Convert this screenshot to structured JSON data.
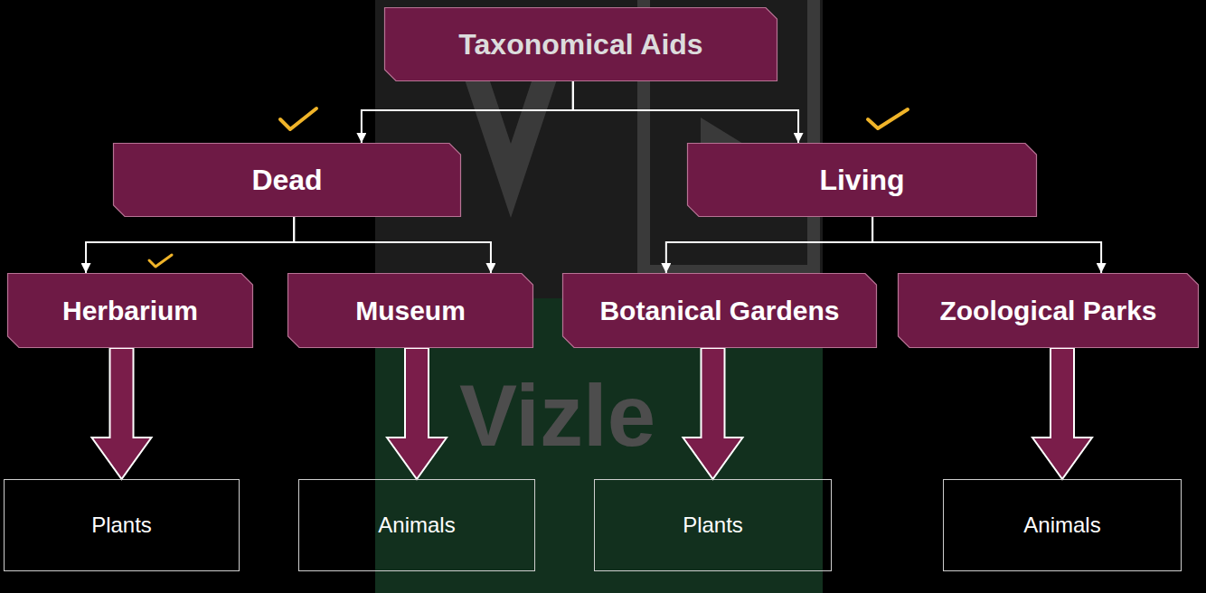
{
  "diagram": {
    "nodes": [
      {
        "text": [
          "Taxonomical Aids"
        ]
      },
      {
        "text": [
          "Dead"
        ]
      },
      {
        "text": [
          "Living"
        ]
      },
      {
        "text": [
          "Herbarium"
        ]
      },
      {
        "text": [
          "Museum"
        ]
      },
      {
        "text": [
          "Botanical Gardens"
        ]
      },
      {
        "text": [
          "Zoological Parks"
        ]
      },
      {
        "text": [
          "Plants"
        ]
      },
      {
        "text": [
          "Animals"
        ]
      },
      {
        "text": [
          "Plants"
        ]
      },
      {
        "text": [
          "Animals"
        ]
      }
    ],
    "edges": [
      {
        "from": 0,
        "to": 1,
        "arrow": "to"
      },
      {
        "from": 0,
        "to": 2,
        "arrow": "to"
      },
      {
        "from": 1,
        "to": 3,
        "arrow": "to"
      },
      {
        "from": 1,
        "to": 4,
        "arrow": "to"
      },
      {
        "from": 2,
        "to": 5,
        "arrow": "to"
      },
      {
        "from": 2,
        "to": 6,
        "arrow": "to"
      },
      {
        "from": 3,
        "to": 7,
        "arrow": "to"
      },
      {
        "from": 4,
        "to": 8,
        "arrow": "to"
      },
      {
        "from": 5,
        "to": 9,
        "arrow": "to"
      },
      {
        "from": 6,
        "to": 10,
        "arrow": "to"
      }
    ],
    "labels": [
      "Vizle"
    ]
  }
}
